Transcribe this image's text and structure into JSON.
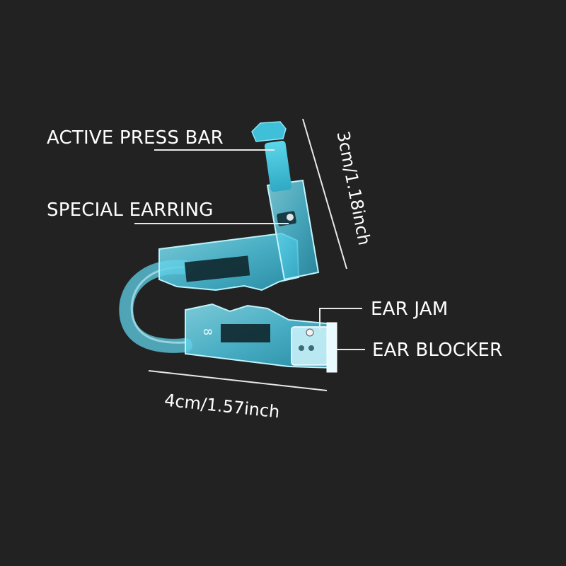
{
  "labels": {
    "active_press_bar": "ACTIVE PRESS BAR",
    "special_earring": "SPECIAL EARRING",
    "ear_jam": "EAR JAM",
    "ear_blocker": "EAR BLOCKER"
  },
  "dimensions": {
    "height": "3cm/1.18inch",
    "width": "4cm/1.57inch"
  },
  "colors": {
    "background": "#222222",
    "device": "#5fd0e8",
    "text": "#ffffff"
  }
}
